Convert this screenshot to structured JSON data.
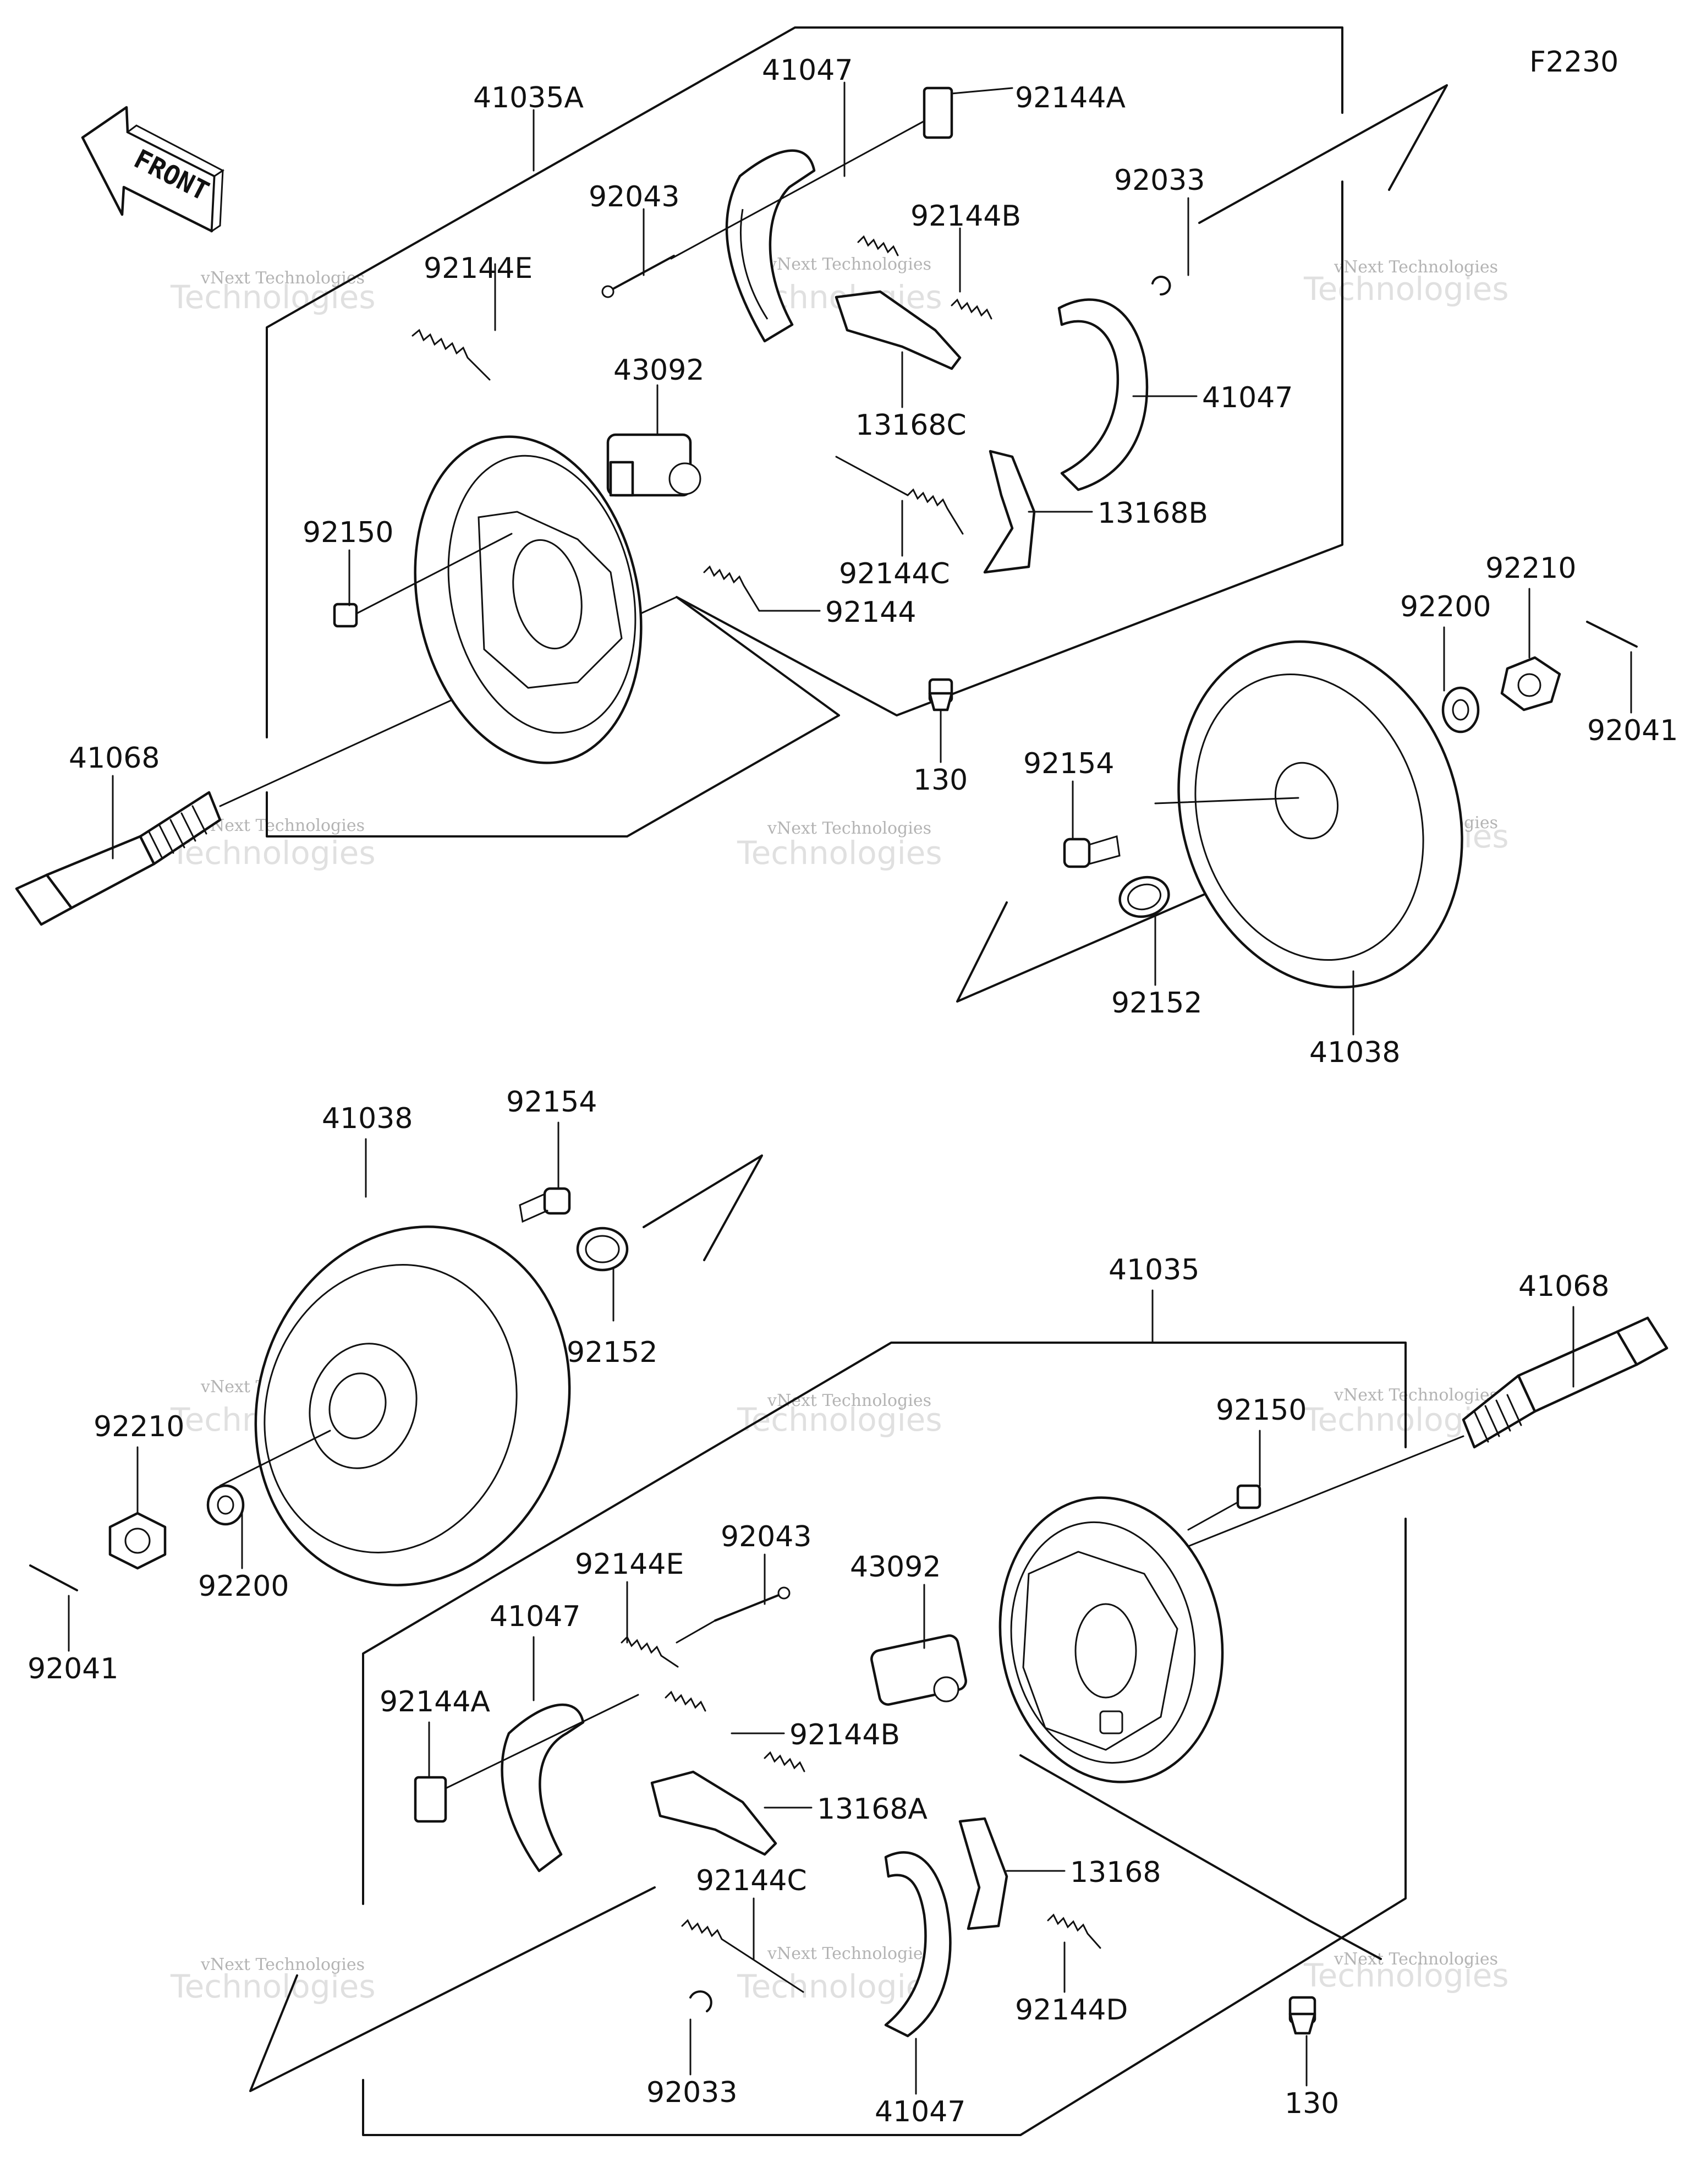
{
  "figure_code": "F2230",
  "front_arrow_text": "FRONT",
  "watermark": {
    "small": "vNext Technologies",
    "large": "Technologies",
    "prefix": "vNext"
  },
  "top_assembly": {
    "labels": {
      "p41035A": "41035A",
      "p41047_a": "41047",
      "p92144A": "92144A",
      "p92043": "92043",
      "p92144B": "92144B",
      "p92033": "92033",
      "p92144E": "92144E",
      "p43092": "43092",
      "p13168C": "13168C",
      "p41047_b": "41047",
      "p92150": "92150",
      "p13168B": "13168B",
      "p92144C": "92144C",
      "p92144": "92144",
      "p92210": "92210",
      "p92200": "92200",
      "p41068": "41068",
      "p130": "130",
      "p92154": "92154",
      "p92041": "92041",
      "p92152": "92152",
      "p41038": "41038"
    }
  },
  "bottom_assembly": {
    "labels": {
      "p41038": "41038",
      "p92154": "92154",
      "p92152": "92152",
      "p41035": "41035",
      "p41068": "41068",
      "p92210": "92210",
      "p92150": "92150",
      "p92200": "92200",
      "p92043": "92043",
      "p92144E": "92144E",
      "p43092": "43092",
      "p41047_a": "41047",
      "p92041": "92041",
      "p92144A": "92144A",
      "p92144B": "92144B",
      "p13168A": "13168A",
      "p13168": "13168",
      "p92144C": "92144C",
      "p92144D": "92144D",
      "p92033": "92033",
      "p41047_b": "41047",
      "p130": "130"
    }
  }
}
